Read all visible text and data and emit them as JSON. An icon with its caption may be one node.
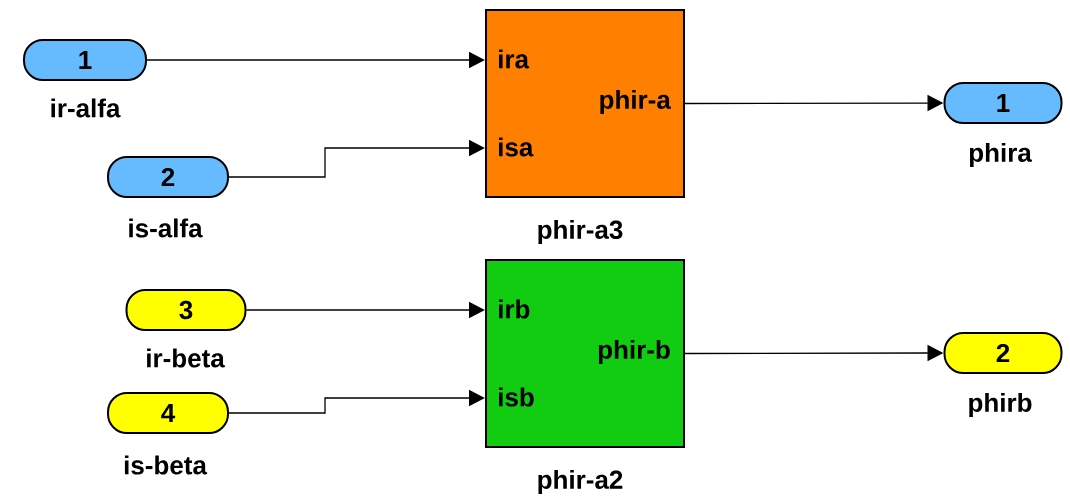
{
  "diagram": {
    "nodes": [
      {
        "text": [
          "1"
        ],
        "beside": [
          "ir-alfa"
        ]
      },
      {
        "text": [
          "2"
        ],
        "beside": [
          "is-alfa"
        ]
      },
      {
        "text": [
          "ira",
          "phir-a",
          "isa"
        ],
        "beside": [
          "phir-a3"
        ]
      },
      {
        "text": [
          "1"
        ],
        "beside": [
          "phira"
        ]
      },
      {
        "text": [
          "3"
        ],
        "beside": [
          "ir-beta"
        ]
      },
      {
        "text": [
          "4"
        ],
        "beside": [
          "is-beta"
        ]
      },
      {
        "text": [
          "irb",
          "phir-b",
          "isb"
        ],
        "beside": [
          "phir-a2"
        ]
      },
      {
        "text": [
          "2"
        ],
        "beside": [
          "phirb"
        ]
      }
    ],
    "edges": [
      {
        "from": 0,
        "to": 2,
        "arrow": "to"
      },
      {
        "from": 1,
        "to": 2,
        "arrow": "to"
      },
      {
        "from": 2,
        "to": 3,
        "arrow": "to"
      },
      {
        "from": 4,
        "to": 6,
        "arrow": "to"
      },
      {
        "from": 5,
        "to": 6,
        "arrow": "to"
      },
      {
        "from": 6,
        "to": 7,
        "arrow": "to"
      }
    ]
  }
}
